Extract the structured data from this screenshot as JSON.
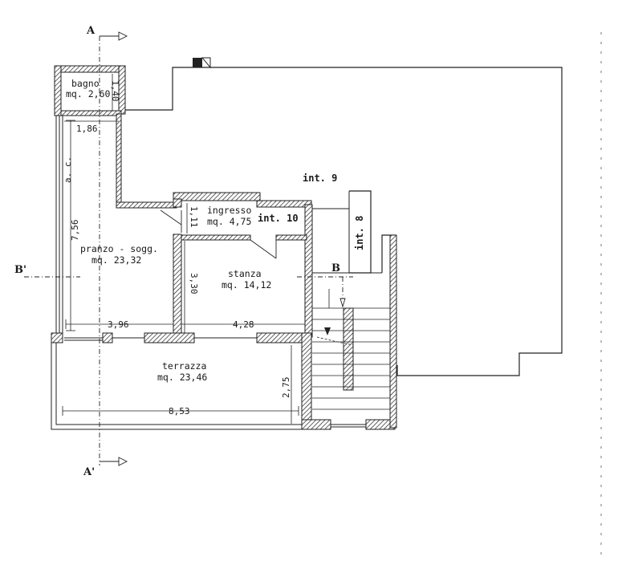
{
  "plan": {
    "rooms": {
      "bagno": {
        "name": "bagno",
        "area": "mq. 2,60"
      },
      "ingresso": {
        "name": "ingresso",
        "area": "mq. 4,75"
      },
      "pranzo": {
        "name": "pranzo - sogg.",
        "area": "mq. 23,32"
      },
      "stanza": {
        "name": "stanza",
        "area": "mq. 14,12"
      },
      "terrazza": {
        "name": "terrazza",
        "area": "mq. 23,46"
      }
    },
    "units": {
      "int9": "int. 9",
      "int10": "int. 10",
      "int8": "int. 8"
    },
    "dimensions": {
      "bagno_h": "1,40",
      "bagno_w": "1,86",
      "pranzo_h": "7,56",
      "ingresso_h": "1,11",
      "stanza_h": "3,30",
      "pranzo_w": "3,96",
      "stanza_w": "4,28",
      "terrazza_h": "2,75",
      "terrazza_w": "8,53"
    },
    "notes": {
      "ac": "a. c."
    },
    "sections": {
      "a": "A",
      "a_prime": "A'",
      "b": "B",
      "b_prime": "B'"
    }
  }
}
